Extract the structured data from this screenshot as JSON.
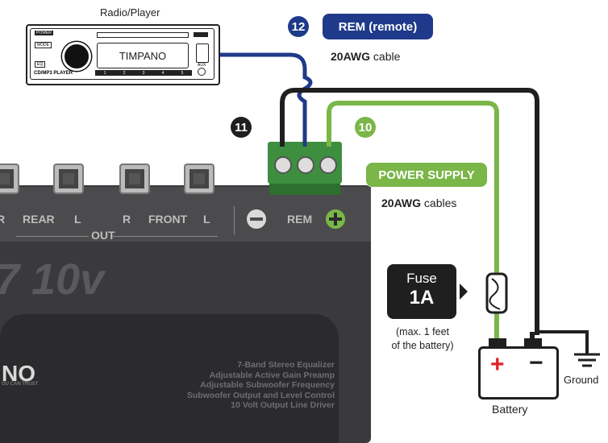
{
  "radio": {
    "title": "Radio/Player",
    "display": "TIMPANO",
    "btn_power": "POWER",
    "btn_mode": "MODE",
    "btn_eq": "EQ",
    "footer": "CD/MP3 PLAYER",
    "presets": [
      "1",
      "2",
      "3",
      "4",
      "5"
    ],
    "aux": "AUX"
  },
  "rem": {
    "number": "12",
    "label": "REM (remote)",
    "cable_bold": "20AWG",
    "cable_rest": " cable",
    "color": "#1f3a8a"
  },
  "ground_wire": {
    "number": "11"
  },
  "power": {
    "number": "10",
    "label": "POWER SUPPLY",
    "cable_bold": "20AWG",
    "cable_rest": " cables",
    "color": "#7ab648"
  },
  "fuse": {
    "title": "Fuse",
    "value": "1A",
    "note_line1": "(max. 1 feet",
    "note_line2": "of the battery)"
  },
  "battery": {
    "label": "Battery",
    "plus": "+",
    "minus": "−"
  },
  "ground": {
    "label": "Ground"
  },
  "device": {
    "r1": "R",
    "rear": "REAR",
    "l1": "L",
    "out": "OUT",
    "r2": "R",
    "front": "FRONT",
    "l2": "L",
    "rem": "REM",
    "model": "7 10v",
    "logo": "NO",
    "logo_sub": "OU CAN TRUST",
    "features": [
      "7-Band Stereo Equalizer",
      "Adjustable Active Gain Preamp",
      "Adjustable Subwoofer Frequency",
      "Subwoofer Output and Level Control",
      "10 Volt Output Line Driver"
    ]
  }
}
